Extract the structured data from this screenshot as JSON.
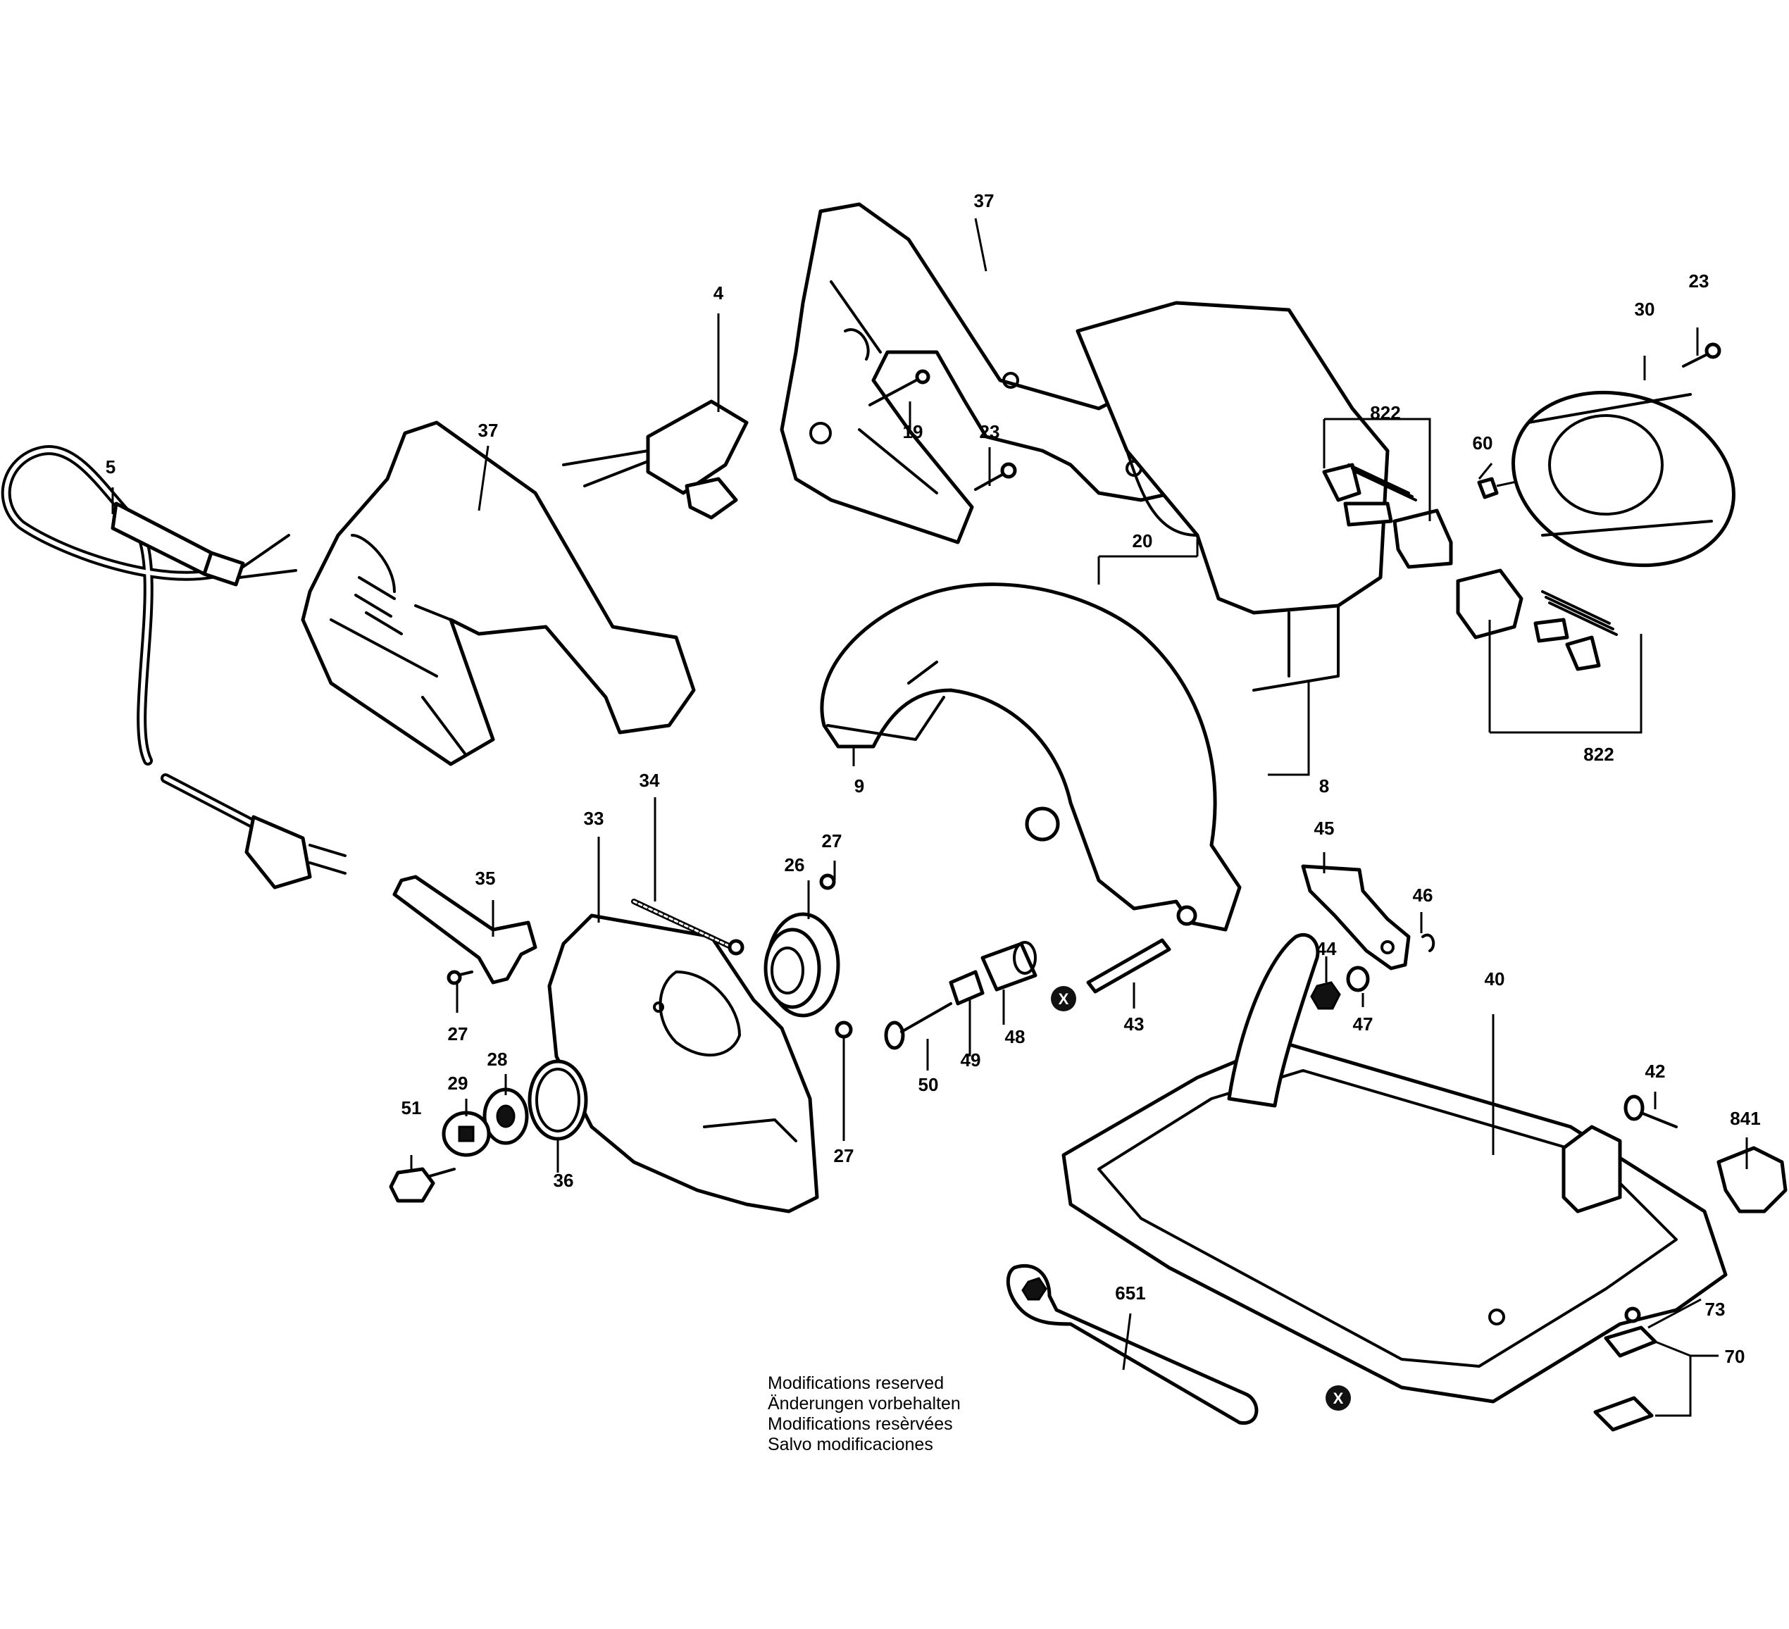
{
  "diagram": {
    "parts": {
      "p4": "4",
      "p5": "5",
      "p8": "8",
      "p9": "9",
      "p19": "19",
      "p20": "20",
      "p23a": "23",
      "p23b": "23",
      "p26": "26",
      "p27a": "27",
      "p27b": "27",
      "p27c": "27",
      "p28": "28",
      "p29": "29",
      "p30": "30",
      "p33": "33",
      "p34": "34",
      "p35": "35",
      "p36": "36",
      "p37a": "37",
      "p37b": "37",
      "p40": "40",
      "p42": "42",
      "p43": "43",
      "p44": "44",
      "p45": "45",
      "p46": "46",
      "p47": "47",
      "p48": "48",
      "p49": "49",
      "p50": "50",
      "p51": "51",
      "p60": "60",
      "p651": "651",
      "p70": "70",
      "p73": "73",
      "p822a": "822",
      "p822b": "822",
      "p841": "841"
    },
    "x_marker": "X",
    "notes": [
      "Modifications reserved",
      "Änderungen vorbehalten",
      "Modifications resèrvées",
      "Salvo modificaciones"
    ]
  }
}
